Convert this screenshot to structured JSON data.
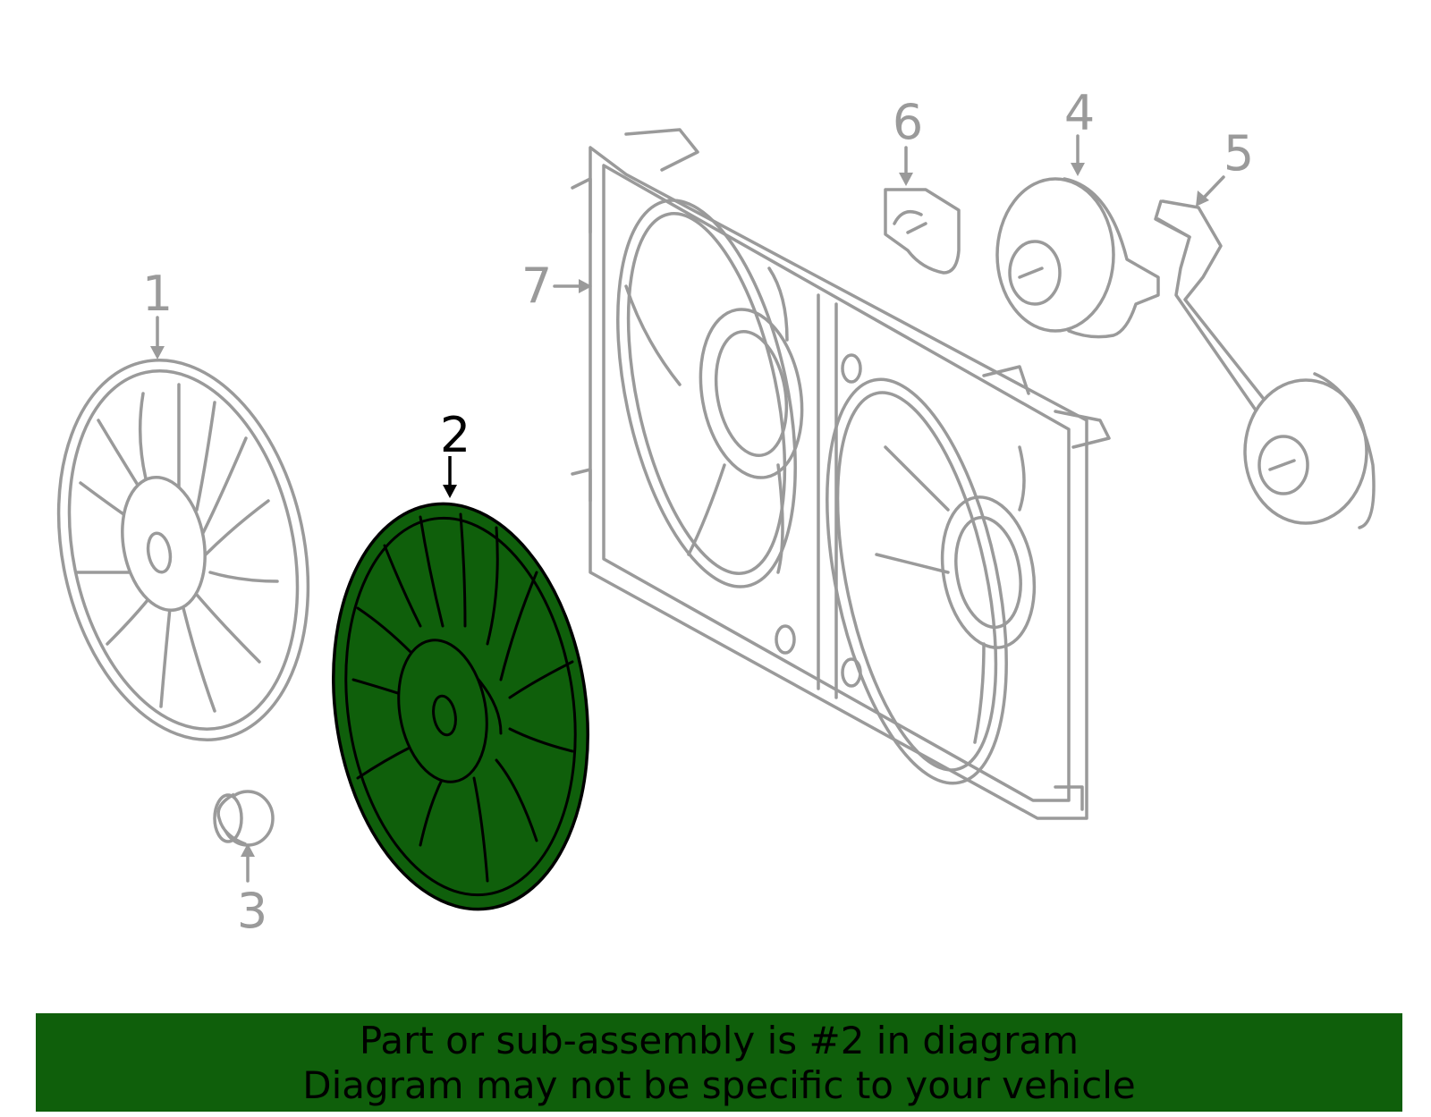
{
  "diagram": {
    "callouts": [
      {
        "id": "1",
        "label": "1",
        "highlighted": false
      },
      {
        "id": "2",
        "label": "2",
        "highlighted": true
      },
      {
        "id": "3",
        "label": "3",
        "highlighted": false
      },
      {
        "id": "4",
        "label": "4",
        "highlighted": false
      },
      {
        "id": "5",
        "label": "5",
        "highlighted": false
      },
      {
        "id": "6",
        "label": "6",
        "highlighted": false
      },
      {
        "id": "7",
        "label": "7",
        "highlighted": false
      }
    ],
    "colors": {
      "ghost_line": "#9a9a9a",
      "highlight_fill": "#0f5f0b",
      "highlight_line": "#000000",
      "banner_bg": "#0f5f0b"
    }
  },
  "banner": {
    "line1": "Part or sub-assembly is #2 in diagram",
    "line2": "Diagram may not be specific to your vehicle"
  }
}
